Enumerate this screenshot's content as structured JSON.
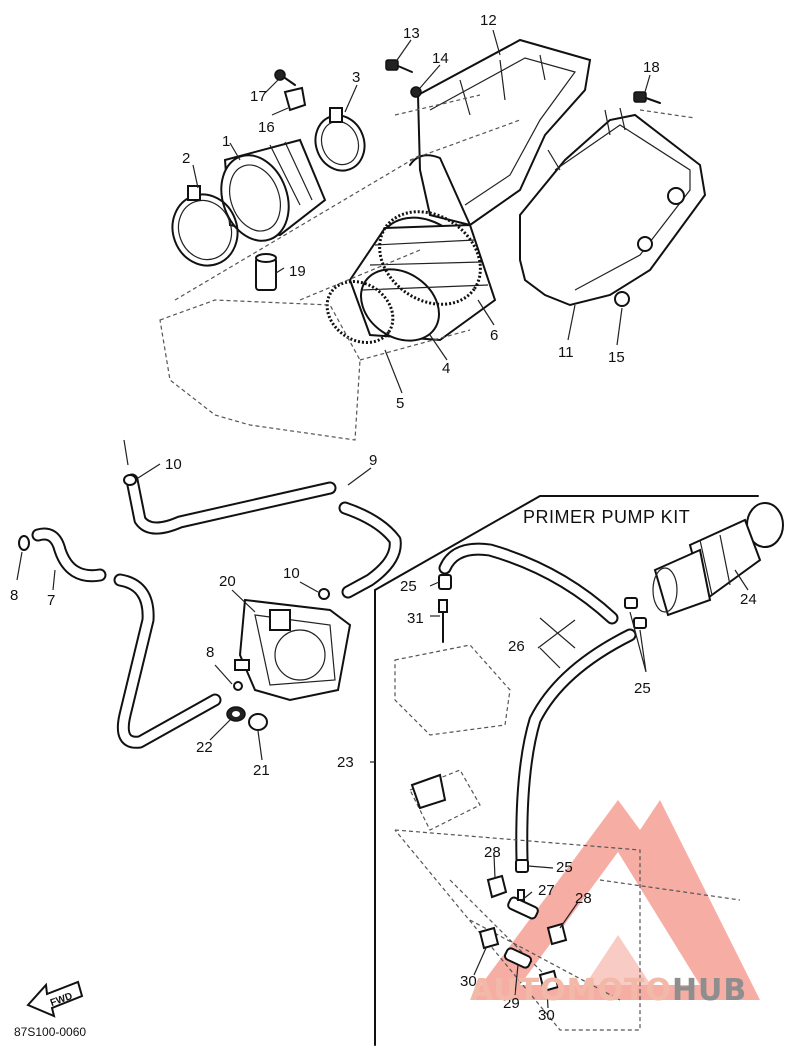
{
  "kit_title": "PRIMER PUMP KIT",
  "diagram_code": "87S100-0060",
  "fwd_arrow": {
    "label": "FWD",
    "icon": "fwd-arrow-icon"
  },
  "watermark": {
    "part1": "AUTOMOTO",
    "part2": "HUB",
    "color_primary": "#e8483a",
    "color_secondary": "#8e8e8e"
  },
  "callouts": [
    {
      "id": "c1",
      "label": "1"
    },
    {
      "id": "c2",
      "label": "2"
    },
    {
      "id": "c3",
      "label": "3"
    },
    {
      "id": "c4",
      "label": "4"
    },
    {
      "id": "c5",
      "label": "5"
    },
    {
      "id": "c6",
      "label": "6"
    },
    {
      "id": "c7",
      "label": "7"
    },
    {
      "id": "c8a",
      "label": "8"
    },
    {
      "id": "c8b",
      "label": "8"
    },
    {
      "id": "c9",
      "label": "9"
    },
    {
      "id": "c10a",
      "label": "10"
    },
    {
      "id": "c10b",
      "label": "10"
    },
    {
      "id": "c11",
      "label": "11"
    },
    {
      "id": "c12",
      "label": "12"
    },
    {
      "id": "c13",
      "label": "13"
    },
    {
      "id": "c14",
      "label": "14"
    },
    {
      "id": "c15",
      "label": "15"
    },
    {
      "id": "c16",
      "label": "16"
    },
    {
      "id": "c17",
      "label": "17"
    },
    {
      "id": "c18",
      "label": "18"
    },
    {
      "id": "c19",
      "label": "19"
    },
    {
      "id": "c20",
      "label": "20"
    },
    {
      "id": "c21",
      "label": "21"
    },
    {
      "id": "c22",
      "label": "22"
    },
    {
      "id": "c23",
      "label": "23"
    },
    {
      "id": "c24",
      "label": "24"
    },
    {
      "id": "c25a",
      "label": "25"
    },
    {
      "id": "c25b",
      "label": "25"
    },
    {
      "id": "c25c",
      "label": "25"
    },
    {
      "id": "c26",
      "label": "26"
    },
    {
      "id": "c27",
      "label": "27"
    },
    {
      "id": "c28a",
      "label": "28"
    },
    {
      "id": "c28b",
      "label": "28"
    },
    {
      "id": "c29",
      "label": "29"
    },
    {
      "id": "c30a",
      "label": "30"
    },
    {
      "id": "c30b",
      "label": "30"
    },
    {
      "id": "c31",
      "label": "31"
    }
  ]
}
